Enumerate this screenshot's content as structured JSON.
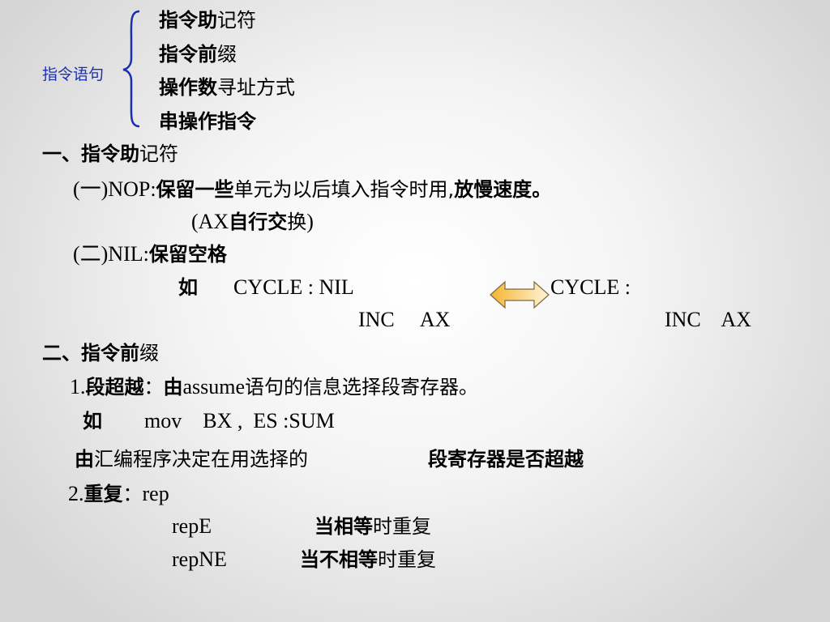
{
  "bracket": {
    "label": "指令语句",
    "items": [
      {
        "bold": "指令助",
        "plain": "记符"
      },
      {
        "bold": "指令前",
        "plain": "缀"
      },
      {
        "bold": "操作数",
        "plain": "寻址方式"
      },
      {
        "bold": "串操作指令",
        "plain": ""
      }
    ]
  },
  "section1": {
    "heading_bold": "一、指令助",
    "heading_plain": "记符",
    "nop": {
      "prefix": "(一)NOP:",
      "bold1": "保留一些",
      "plain": "单元为以后填入指令时用,",
      "bold2": "放慢速度。"
    },
    "nop_note": {
      "open": "(AX",
      "bold": "自行交",
      "plain": "换",
      "close": ")"
    },
    "nil": {
      "prefix": "(二)NIL:",
      "bold": "保留空格"
    },
    "example": {
      "ru": "如",
      "left_line1": "CYCLE : NIL",
      "left_line2": "INC     AX",
      "right_line1": "CYCLE :",
      "right_line2": "INC    AX"
    }
  },
  "section2": {
    "heading_bold": "二、指令前",
    "heading_plain": "缀",
    "item1": {
      "num": "1.",
      "bold": "段超越",
      "colon": "：",
      "bold2": "由",
      "code": "assume",
      "plain": "语句的信息选择段寄存器。"
    },
    "example": {
      "ru": "如",
      "code": "mov    BX ,  ES :SUM"
    },
    "desc": {
      "bold": "由",
      "plain": "汇编程序决定在用选择的",
      "bold2": "段寄存器是否超越"
    },
    "item2": {
      "num": "2.",
      "bold": "重复",
      "colon": "：",
      "code": "rep",
      "repe_code": "repE",
      "repe_bold": "当相等",
      "repe_plain": "时重复",
      "repne_code": "repNE",
      "repne_bold": "当不相等",
      "repne_plain": "时重复"
    }
  },
  "colors": {
    "label": "#1a2fb0",
    "arrow_fill": "#f5c75a",
    "bracket": "#1a2fb0"
  }
}
